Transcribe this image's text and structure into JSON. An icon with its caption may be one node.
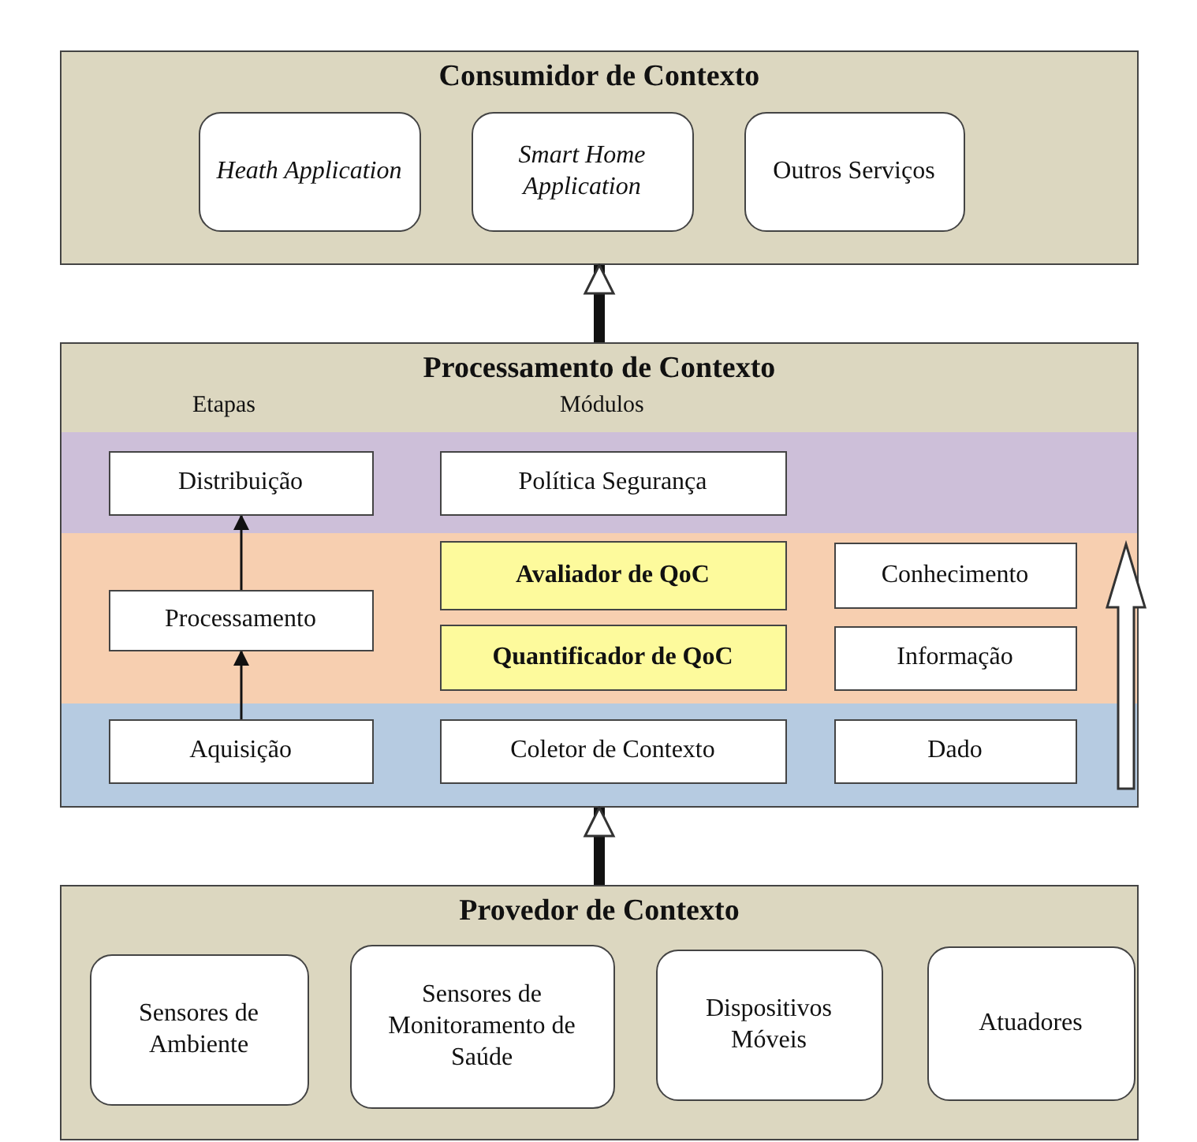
{
  "diagram": {
    "nodes": [
      {
        "text": [
          "Consumidor de Contexto"
        ]
      },
      {
        "text": [
          "Heath Application"
        ],
        "in": 0
      },
      {
        "text": [
          "Smart Home Application"
        ],
        "in": 0
      },
      {
        "text": [
          "Outros Serviços"
        ],
        "in": 0
      },
      {
        "text": [
          "Processamento de Contexto"
        ]
      },
      {
        "text": [
          "Distribuição"
        ],
        "in": 4
      },
      {
        "text": [
          "Política Segurança"
        ],
        "in": 4
      },
      {
        "text": [
          "Processamento"
        ],
        "in": 4
      },
      {
        "text": [
          "Avaliador de QoC"
        ],
        "in": 4
      },
      {
        "text": [
          "Conhecimento"
        ],
        "in": 4
      },
      {
        "text": [
          "Quantificador de QoC"
        ],
        "in": 4
      },
      {
        "text": [
          "Informação"
        ],
        "in": 4
      },
      {
        "text": [
          "Aquisição"
        ],
        "in": 4
      },
      {
        "text": [
          "Coletor de Contexto"
        ],
        "in": 4
      },
      {
        "text": [
          "Dado"
        ],
        "in": 4
      },
      {
        "text": [
          "Provedor de Contexto"
        ]
      },
      {
        "text": [
          "Sensores de Ambiente"
        ],
        "in": 15
      },
      {
        "text": [
          "Sensores de Monitoramento de Saúde"
        ],
        "in": 15
      },
      {
        "text": [
          "Dispositivos Móveis"
        ],
        "in": 15
      },
      {
        "text": [
          "Atuadores"
        ],
        "in": 15
      }
    ],
    "edges": [
      {
        "from": 4,
        "to": 0,
        "arrow": "to",
        "style": "thick"
      },
      {
        "from": 7,
        "to": 5,
        "arrow": "to"
      },
      {
        "from": 12,
        "to": 7,
        "arrow": "to"
      },
      {
        "from": 15,
        "to": 4,
        "arrow": "to",
        "style": "thick"
      }
    ],
    "labels": [
      "Etapas",
      "Módulos"
    ]
  }
}
